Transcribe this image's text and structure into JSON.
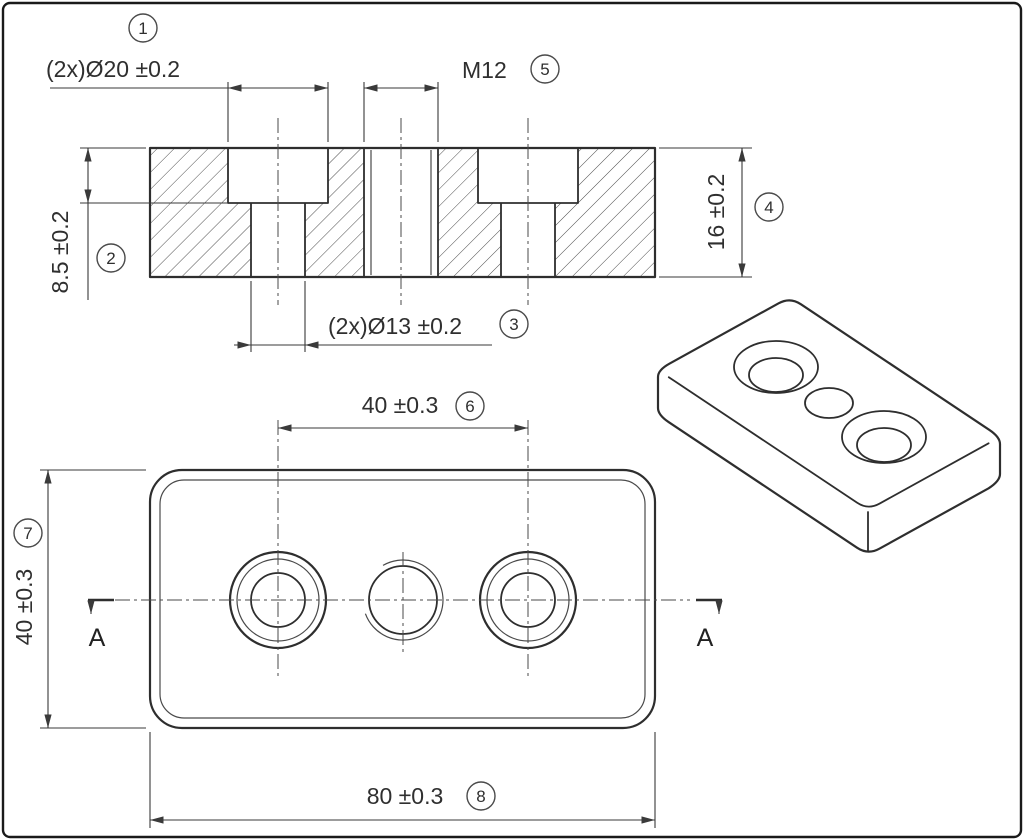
{
  "drawing": {
    "balloons": {
      "b1": "1",
      "b2": "2",
      "b3": "3",
      "b4": "4",
      "b5": "5",
      "b6": "6",
      "b7": "7",
      "b8": "8"
    },
    "dimensions": {
      "counterbore_diameter": "(2x)Ø20 ±0.2",
      "counterbore_depth": "8.5 ±0.2",
      "through_hole_diameter": "(2x)Ø13 ±0.2",
      "thickness": "16 ±0.2",
      "thread": "M12",
      "hole_spacing": "40 ±0.3",
      "part_width": "40 ±0.3",
      "part_length": "80 ±0.3"
    },
    "section_marks": {
      "left": "A",
      "right": "A"
    },
    "colors": {
      "outline": "#2e2e2e",
      "thin_line": "#4a4a4a",
      "background": "#ffffff"
    }
  }
}
